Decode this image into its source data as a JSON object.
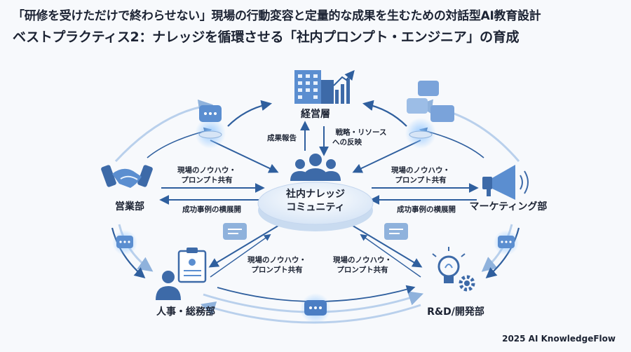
{
  "header": {
    "title": "「研修を受けただけで終わらせない」現場の行動変容と定量的な成果を生むための対話型AI教育設計",
    "subtitle": "ベストプラクティス2：ナレッジを循環させる「社内プロンプト・エンジニア」の育成"
  },
  "hub": {
    "line1": "社内ナレッジ",
    "line2": "コミュニティ"
  },
  "nodes": {
    "executive": "経営層",
    "sales": "営業部",
    "marketing": "マーケティング部",
    "hr": "人事・総務部",
    "rnd": "R&D/開発部"
  },
  "edges": {
    "report": "成果報告",
    "strategy_1": "戦略・リソース",
    "strategy_2": "への反映",
    "share_1": "現場のノウハウ・",
    "share_2": "プロンプト共有",
    "expand": "成功事例の横展開"
  },
  "footer": {
    "credit": "2025 AI KnowledgeFlow"
  },
  "colors": {
    "accent": "#2f5f9e",
    "light": "#b9d0ec",
    "icon": "#3d6aa8"
  }
}
